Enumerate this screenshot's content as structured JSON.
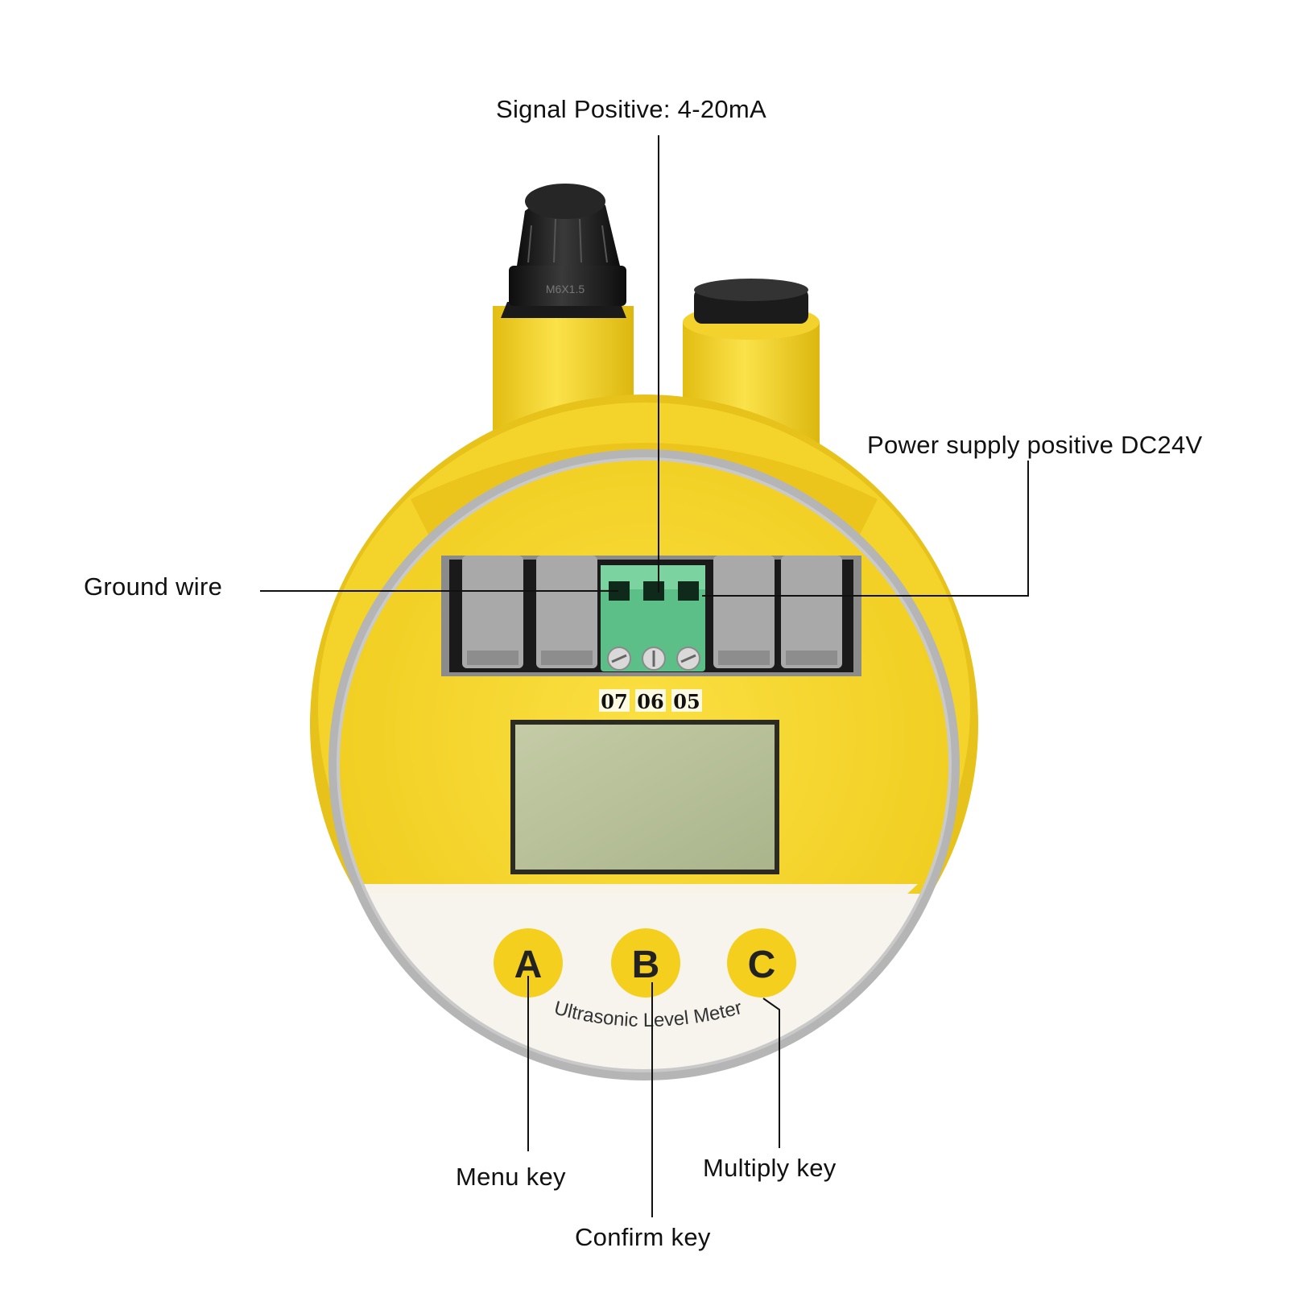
{
  "callouts": {
    "signal_positive": "Signal Positive: 4-20mA",
    "power_supply": "Power supply positive DC24V",
    "ground_wire": "Ground wire",
    "menu_key": "Menu key",
    "confirm_key": "Confirm key",
    "multiply_key": "Multiply key"
  },
  "terminal_numbers": [
    "07",
    "06",
    "05"
  ],
  "keys": [
    "A",
    "B",
    "C"
  ],
  "product_label": "Ultrasonic Level Meter",
  "cable_gland_marking": "M6X1.5",
  "colors": {
    "housing_yellow": "#f6d52a",
    "terminal_green": "#5dbf88",
    "terminal_gray": "#a8a8a8",
    "lcd_green": "#b9c29a"
  }
}
